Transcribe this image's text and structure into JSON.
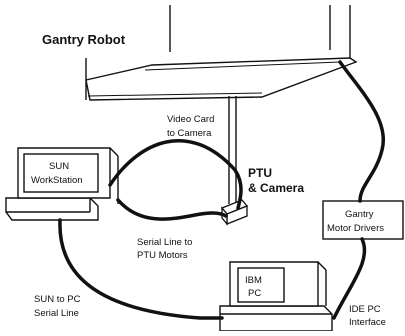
{
  "title": "Gantry Robot",
  "labels": {
    "video": [
      "Video Card",
      "to Camera"
    ],
    "ptu": [
      "PTU",
      "& Camera"
    ],
    "sun": [
      "SUN",
      "WorkStation"
    ],
    "serial_ptu": [
      "Serial Line to",
      "PTU Motors"
    ],
    "gantry_drivers": [
      "Gantry",
      "Motor Drivers"
    ],
    "ibm": [
      "IBM",
      "PC"
    ],
    "sun_to_pc": [
      "SUN to PC",
      "Serial Line"
    ],
    "ide": [
      "IDE PC",
      "Interface"
    ]
  },
  "colors": {
    "line": "#111111",
    "background": "#ffffff"
  }
}
